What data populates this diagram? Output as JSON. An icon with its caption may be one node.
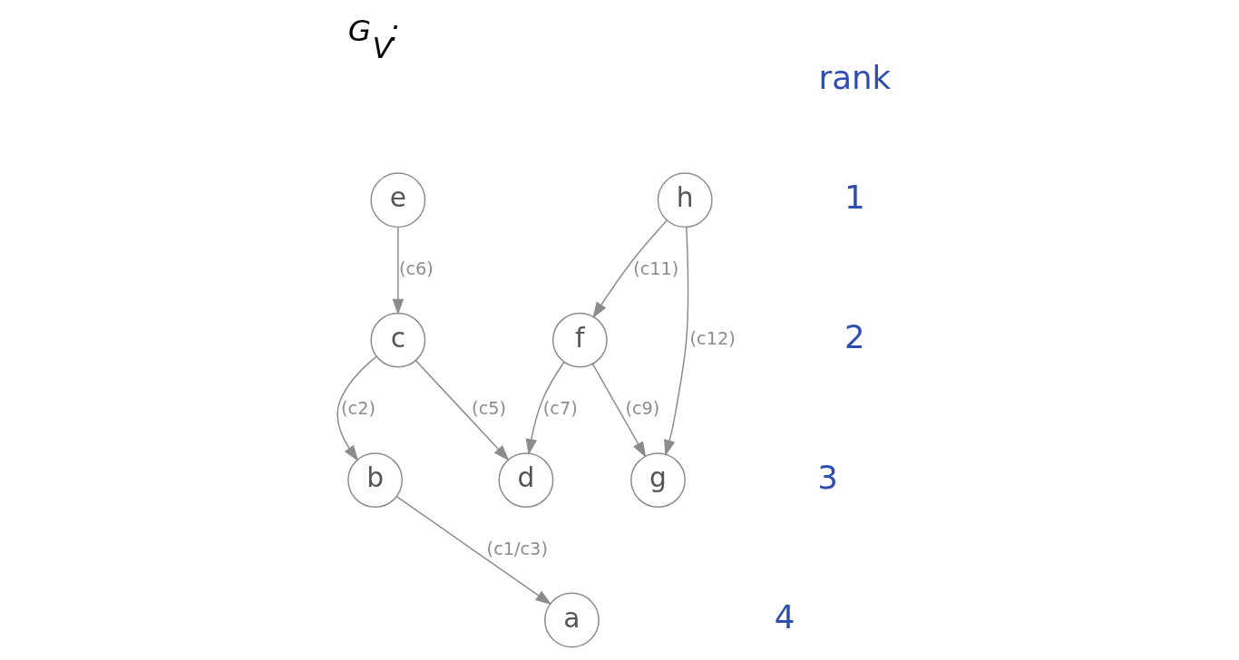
{
  "diagram": {
    "title": "G$_{V}$:",
    "nodes": [
      {
        "text": [
          "e"
        ]
      },
      {
        "text": [
          "h"
        ]
      },
      {
        "text": [
          "c"
        ]
      },
      {
        "text": [
          "f"
        ]
      },
      {
        "text": [
          "b"
        ]
      },
      {
        "text": [
          "d"
        ]
      },
      {
        "text": [
          "g"
        ]
      },
      {
        "text": [
          "a"
        ]
      }
    ],
    "edges": [
      {
        "from": 0,
        "to": 2,
        "arrow": "to",
        "label": "(c6)"
      },
      {
        "from": 1,
        "to": 3,
        "arrow": "to",
        "label": "(c11)"
      },
      {
        "from": 1,
        "to": 6,
        "arrow": "to",
        "label": "(c12)"
      },
      {
        "from": 2,
        "to": 4,
        "arrow": "to",
        "label": "(c2)"
      },
      {
        "from": 2,
        "to": 5,
        "arrow": "to",
        "label": "(c5)"
      },
      {
        "from": 3,
        "to": 5,
        "arrow": "to",
        "label": "(c7)"
      },
      {
        "from": 3,
        "to": 6,
        "arrow": "to",
        "label": "(c9)"
      },
      {
        "from": 4,
        "to": 7,
        "arrow": "to",
        "label": "(c1/c3)"
      }
    ],
    "labels": [
      "rank",
      "1",
      "2",
      "3",
      "4"
    ]
  }
}
